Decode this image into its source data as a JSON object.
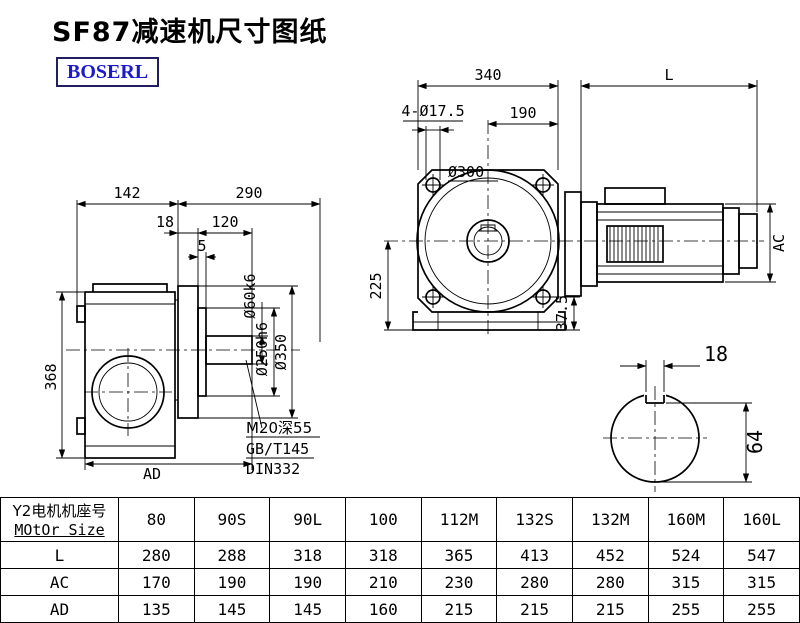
{
  "page": {
    "title": "SF87减速机尺寸图纸",
    "logo": "BOSERL"
  },
  "colors": {
    "line": "#000000",
    "logo_text": "#1a1acc",
    "logo_border": "#202060",
    "background": "#ffffff"
  },
  "side_view": {
    "width_housing": "142",
    "width_total": "290",
    "flange_thickness": "18",
    "shaft_length": "120",
    "step": "5",
    "height": "368",
    "ad": "AD",
    "shaft_dia": "Ø60k6",
    "spigot_dia": "Ø250h6",
    "flange_dia": "Ø350",
    "tap_note": "M20深55",
    "std_note1": "GB/T145",
    "std_note2": "DIN332"
  },
  "front_view": {
    "width_340": "340",
    "motor_length": "L",
    "bolt_holes": "4-Ø17.5",
    "dim_190": "190",
    "bore_dia": "Ø300",
    "dim_225": "225",
    "dim_37_5": "37.5",
    "motor_ac": "AC"
  },
  "shaft_view": {
    "key_width": "18",
    "dim_64": "64"
  },
  "table": {
    "header_cn": "Y2电机机座号",
    "header_en": "MOtOr Size",
    "sizes": [
      "80",
      "90S",
      "90L",
      "100",
      "112M",
      "132S",
      "132M",
      "160M",
      "160L"
    ],
    "rows": [
      {
        "label": "L",
        "values": [
          "280",
          "288",
          "318",
          "318",
          "365",
          "413",
          "452",
          "524",
          "547"
        ]
      },
      {
        "label": "AC",
        "values": [
          "170",
          "190",
          "190",
          "210",
          "230",
          "280",
          "280",
          "315",
          "315"
        ]
      },
      {
        "label": "AD",
        "values": [
          "135",
          "145",
          "145",
          "160",
          "215",
          "215",
          "215",
          "255",
          "255"
        ]
      }
    ]
  }
}
